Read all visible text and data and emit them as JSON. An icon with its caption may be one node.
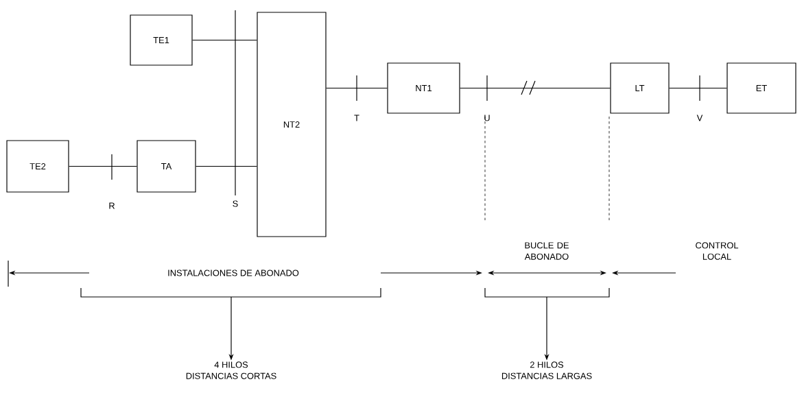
{
  "diagram": {
    "nodes": [
      {
        "text": [
          "TE1"
        ]
      },
      {
        "text": [
          "TE2"
        ]
      },
      {
        "text": [
          "TA"
        ]
      },
      {
        "text": [
          "NT2"
        ]
      },
      {
        "text": [
          "NT1"
        ]
      },
      {
        "text": [
          "LT"
        ]
      },
      {
        "text": [
          "ET"
        ]
      },
      {
        "text": [
          "4 HILOS DISTANCIAS CORTAS"
        ]
      },
      {
        "text": [
          "2 HILOS DISTANCIAS LARGAS"
        ]
      }
    ],
    "edges": [
      {
        "from": 0,
        "to": 3,
        "arrow": "none"
      },
      {
        "from": 1,
        "to": 2,
        "arrow": "none"
      },
      {
        "from": 2,
        "to": 3,
        "arrow": "none"
      },
      {
        "from": 3,
        "to": 4,
        "arrow": "none"
      },
      {
        "from": 4,
        "to": 5,
        "arrow": "none"
      },
      {
        "from": 5,
        "to": 6,
        "arrow": "none"
      },
      {
        "from": null,
        "to": 7,
        "arrow": "to"
      },
      {
        "from": null,
        "to": 8,
        "arrow": "to"
      }
    ],
    "labels": [
      "T",
      "U",
      "V",
      "R",
      "S",
      "BUCLE DE ABONADO",
      "CONTROL LOCAL",
      "INSTALACIONES DE ABONADO"
    ]
  }
}
